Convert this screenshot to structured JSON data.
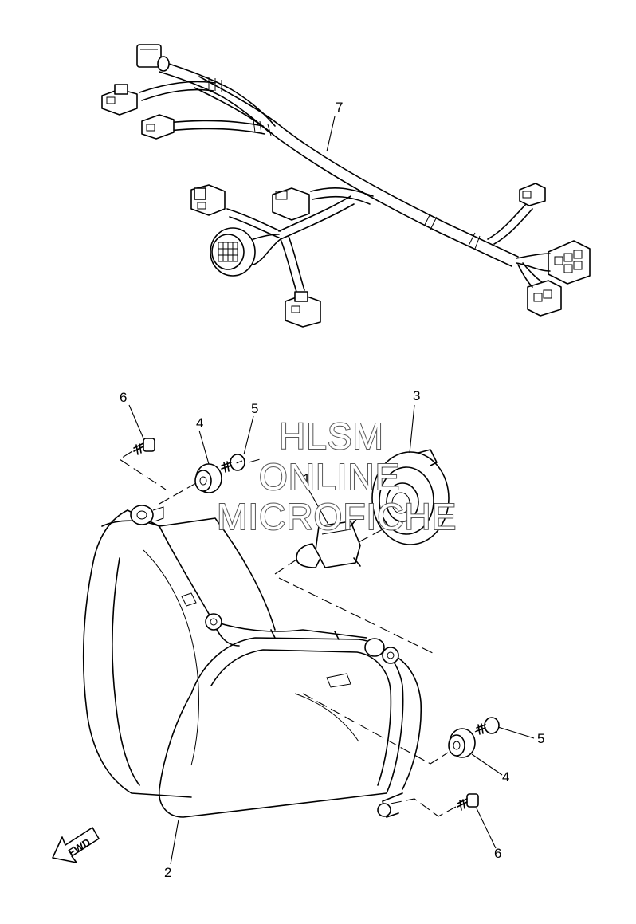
{
  "callouts": {
    "c1": "1",
    "c2": "2",
    "c3": "3",
    "c4a": "4",
    "c4b": "4",
    "c5a": "5",
    "c5b": "5",
    "c6a": "6",
    "c6b": "6",
    "c7": "7"
  },
  "watermark": {
    "line1": "HLSM",
    "line2": "ONLINE",
    "line3": "MICROFICHE"
  },
  "direction_arrow": {
    "label": "FWD"
  }
}
